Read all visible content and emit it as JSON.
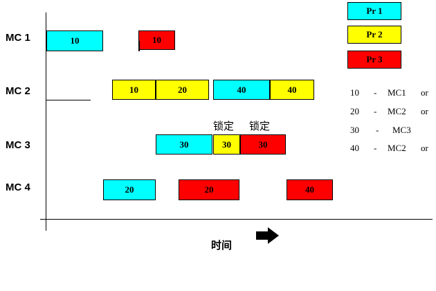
{
  "legend": [
    {
      "label": "Pr 1",
      "color": "#00FFFF"
    },
    {
      "label": "Pr 2",
      "color": "#FFFF00"
    },
    {
      "label": "Pr 3",
      "color": "#FF0000"
    }
  ],
  "machines": [
    {
      "label": "MC 1"
    },
    {
      "label": "MC 2"
    },
    {
      "label": "MC 3"
    },
    {
      "label": "MC 4"
    }
  ],
  "tasks": {
    "mc1": [
      "10",
      "10"
    ],
    "mc2": [
      "10",
      "20",
      "40",
      "40"
    ],
    "mc3": [
      "30",
      "30",
      "30"
    ],
    "mc4": [
      "20",
      "20",
      "40"
    ]
  },
  "annotations": [
    "锁定",
    "锁定"
  ],
  "routing": [
    {
      "op": "10",
      "dash": "-",
      "machine": "MC1",
      "suffix": "or"
    },
    {
      "op": "20",
      "dash": "-",
      "machine": "MC2",
      "suffix": "or"
    },
    {
      "op": "30",
      "dash": "-",
      "machine": "MC3",
      "suffix": ""
    },
    {
      "op": "40",
      "dash": "-",
      "machine": "MC2",
      "suffix": "or"
    }
  ],
  "axis": {
    "time_label": "时间"
  },
  "icons": {
    "time_arrow": "arrow-right-icon"
  }
}
